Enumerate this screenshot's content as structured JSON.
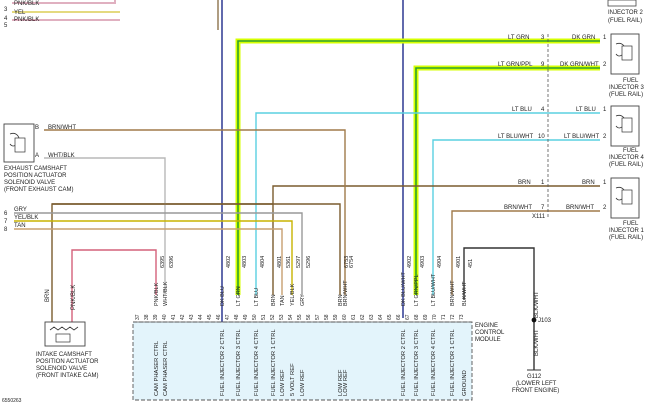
{
  "top_left_labels": {
    "pnk_blk": "PNK/BLK",
    "num3": "3",
    "yel": "YEL",
    "num4": "4",
    "num5": "5",
    "pnk_blk2": "PNK/BLK"
  },
  "injectors": {
    "inj2": {
      "label1": "INJECTOR 2",
      "label2": "(FUEL RAIL)"
    },
    "inj3": {
      "label1": "FUEL",
      "label2": "INJECTOR 3",
      "label3": "(FUEL RAIL)"
    },
    "inj4": {
      "label1": "FUEL",
      "label2": "INJECTOR 4",
      "label3": "(FUEL RAIL)"
    },
    "inj1": {
      "label1": "FUEL",
      "label2": "INJECTOR 1",
      "label3": "(FUEL RAIL)"
    }
  },
  "injector_wires": {
    "w1": {
      "left_color": "LT GRN",
      "pin_a": "3",
      "pin_b": "1",
      "right_color": "DK GRN"
    },
    "w2": {
      "left_color": "LT GRN/PPL",
      "pin_a": "9",
      "pin_b": "2",
      "right_color": "DK GRN/WHT"
    },
    "w3": {
      "left_color": "LT BLU",
      "pin_a": "4",
      "pin_b": "1",
      "right_color": "LT BLU"
    },
    "w4": {
      "left_color": "LT BLU/WHT",
      "pin_a": "10",
      "pin_b": "2",
      "right_color": "LT BLU/WHT"
    },
    "w5": {
      "left_color": "BRN",
      "pin_a": "1",
      "pin_b": "1",
      "right_color": "BRN"
    },
    "w6": {
      "left_color": "BRN/WHT",
      "pin_a": "7",
      "pin_b": "2",
      "right_color": "BRN/WHT"
    },
    "connector": "X111"
  },
  "exhaust_solenoid": {
    "pin_b": "B",
    "pin_a": "A",
    "wire_b": "BRN/WHT",
    "wire_a": "WHT/BLK",
    "line1": "EXHAUST CAMSHAFT",
    "line2": "POSITION ACTUATOR",
    "line3": "SOLENOID VALVE",
    "line4": "(FRONT EXHAUST CAM)"
  },
  "left_wires": {
    "n6": "6",
    "c6": "GRY",
    "n7": "7",
    "c7": "YEL/BLK",
    "n8": "8",
    "c8": "TAN"
  },
  "intake_solenoid": {
    "wire_a": "BRN",
    "wire_b": "PNK/BLK",
    "line1": "INTAKE CAMSHAFT",
    "line2": "POSITION ACTUATOR",
    "line3": "SOLENOID VALVE",
    "line4": "(FRONT INTAKE CAM)"
  },
  "ecm": {
    "label1": "ENGINE",
    "label2": "CONTROL",
    "label3": "MODULE",
    "pins": [
      "37",
      "38",
      "39",
      "40",
      "41",
      "42",
      "43",
      "44",
      "45",
      "46",
      "47",
      "48",
      "49",
      "50",
      "51",
      "52",
      "53",
      "54",
      "55",
      "56",
      "57",
      "58",
      "59",
      "60",
      "61",
      "62",
      "63",
      "64",
      "65",
      "66",
      "67",
      "68",
      "69",
      "70",
      "71",
      "72",
      "73"
    ],
    "circuit_labels": [
      {
        "color": "PNK/BLK",
        "num": "6395",
        "func": "CAM PHASER CTRL"
      },
      {
        "color": "WHT/BLK",
        "num": "6396",
        "func": "CAM PHASER CTRL"
      },
      {
        "color": "DK BLU",
        "num": "4802",
        "func": "FUEL INJECTOR 2 CTRL"
      },
      {
        "color": "LT GRN",
        "num": "4803",
        "func": "FUEL INJECTOR 3 CTRL"
      },
      {
        "color": "LT BLU",
        "num": "4804",
        "func": "FUEL INJECTOR 4 CTRL"
      },
      {
        "color": "BRN",
        "num": "4801",
        "func": "FUEL INJECTOR 1 CTRL"
      },
      {
        "color": "TAN",
        "num": "5361",
        "func": "LOW REF"
      },
      {
        "color": "YEL/BLK",
        "num": "5297",
        "func": "5 VOLT REF"
      },
      {
        "color": "GRY",
        "num": "5296",
        "func": "LOW REF"
      },
      {
        "color": "BRN",
        "num": "6753",
        "func": "LOW REF"
      },
      {
        "color": "BRN/WHT",
        "num": "6754",
        "func": "LOW REF"
      },
      {
        "color": "DK BLU/WHT",
        "num": "4902",
        "func": "FUEL INJECTOR 2 CTRL"
      },
      {
        "color": "LT GRN/PPL",
        "num": "4903",
        "func": "FUEL INJECTOR 3 CTRL"
      },
      {
        "color": "LT BLU/WHT",
        "num": "4904",
        "func": "FUEL INJECTOR 4 CTRL"
      },
      {
        "color": "BRN/WHT",
        "num": "4901",
        "func": "FUEL INJECTOR 1 CTRL"
      },
      {
        "color": "BLK/WHT",
        "num": "451",
        "func": "GROUND"
      }
    ]
  },
  "ground": {
    "wire1": "BLK/WHT",
    "splice": "J103",
    "wire2": "BLK/WHT",
    "ground_id": "G112",
    "line1": "(LOWER LEFT",
    "line2": "FRONT ENGINE)"
  },
  "footer_code": "6550263"
}
